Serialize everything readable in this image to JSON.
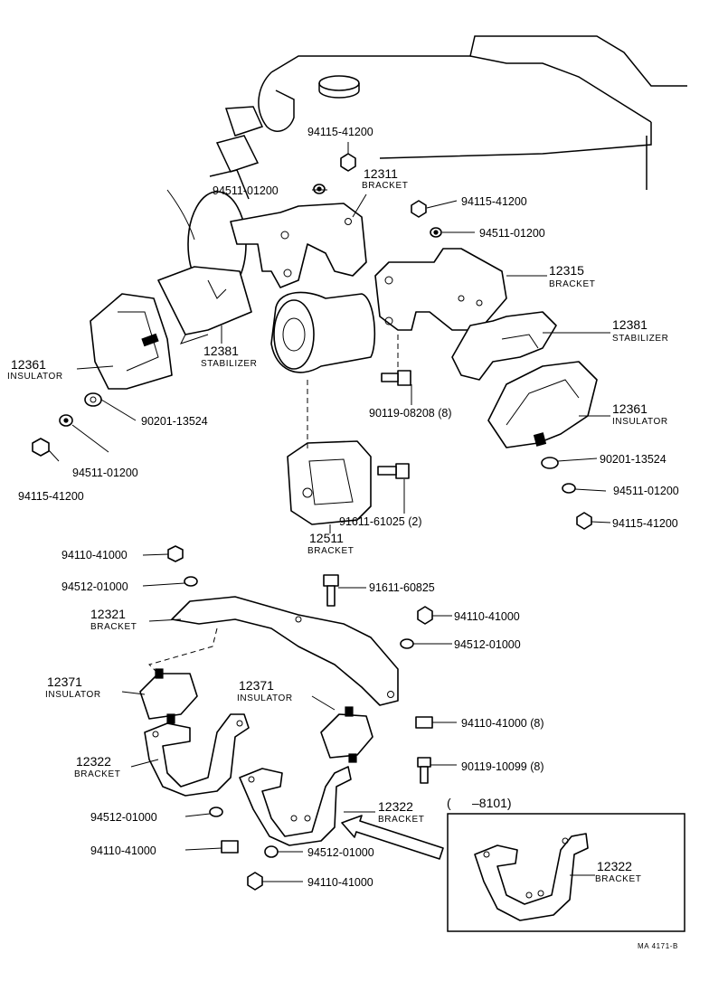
{
  "callouts": {
    "p94115_top": "94115-41200",
    "p12311": "12311",
    "p12311_name": "BRACKET",
    "p94511_top": "94511-01200",
    "p94115_right": "94115-41200",
    "p94511_right": "94511-01200",
    "p12315": "12315",
    "p12315_name": "BRACKET",
    "p12381_right": "12381",
    "p12381_right_name": "STABILIZER",
    "p12361_left": "12361",
    "p12361_left_name": "INSULATOR",
    "p12381_left": "12381",
    "p12381_left_name": "STABILIZER",
    "p90119_08208": "90119-08208 (8)",
    "p12361_right": "12361",
    "p12361_right_name": "INSULATOR",
    "p90201_left": "90201-13524",
    "p90201_right": "90201-13524",
    "p94511_left": "94511-01200",
    "p94511_right2": "94511-01200",
    "p94115_left": "94115-41200",
    "p94115_right2": "94115-41200",
    "p91611_61025": "91611-61025 (2)",
    "p12511": "12511",
    "p12511_name": "BRACKET",
    "p94110_a": "94110-41000",
    "p94512_a": "94512-01000",
    "p91611_60825": "91611-60825",
    "p12321": "12321",
    "p12321_name": "BRACKET",
    "p94110_b": "94110-41000",
    "p94512_b": "94512-01000",
    "p12371_left": "12371",
    "p12371_left_name": "INSULATOR",
    "p12371_right": "12371",
    "p12371_right_name": "INSULATOR",
    "p94110_c": "94110-41000 (8)",
    "p12322_left": "12322",
    "p12322_left_name": "BRACKET",
    "p90119_10099": "90119-10099 (8)",
    "p12322_mid": "12322",
    "p12322_mid_name": "BRACKET",
    "p94512_c": "94512-01000",
    "p94110_d": "94110-41000",
    "p94512_d": "94512-01000",
    "p94110_e": "94110-41000",
    "inset_range": "(      –8101)",
    "inset_12322": "12322",
    "inset_12322_name": "BRACKET",
    "footer_code": "MA 4171-B"
  }
}
